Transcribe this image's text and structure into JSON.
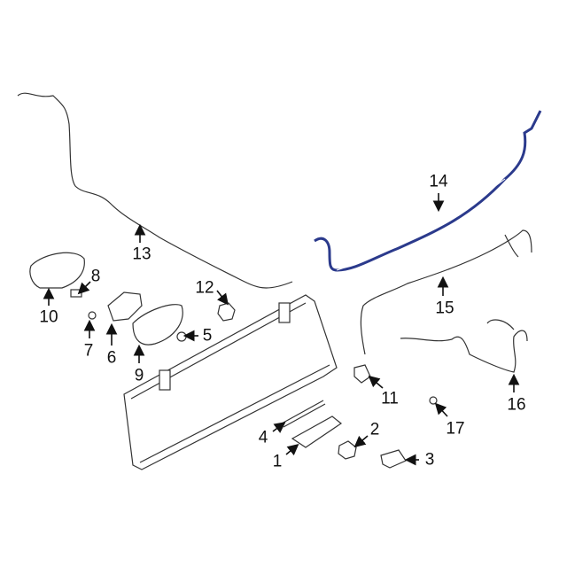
{
  "diagram": {
    "highlight_color": "#2b3a8c",
    "callouts": [
      {
        "id": "14",
        "label": "14"
      },
      {
        "id": "13",
        "label": "13"
      },
      {
        "id": "12",
        "label": "12"
      },
      {
        "id": "8",
        "label": "8"
      },
      {
        "id": "10",
        "label": "10"
      },
      {
        "id": "7",
        "label": "7"
      },
      {
        "id": "6",
        "label": "6"
      },
      {
        "id": "9",
        "label": "9"
      },
      {
        "id": "5",
        "label": "5"
      },
      {
        "id": "15",
        "label": "15"
      },
      {
        "id": "11",
        "label": "11"
      },
      {
        "id": "16",
        "label": "16"
      },
      {
        "id": "17",
        "label": "17"
      },
      {
        "id": "4",
        "label": "4"
      },
      {
        "id": "2",
        "label": "2"
      },
      {
        "id": "1",
        "label": "1"
      },
      {
        "id": "3",
        "label": "3"
      }
    ]
  }
}
